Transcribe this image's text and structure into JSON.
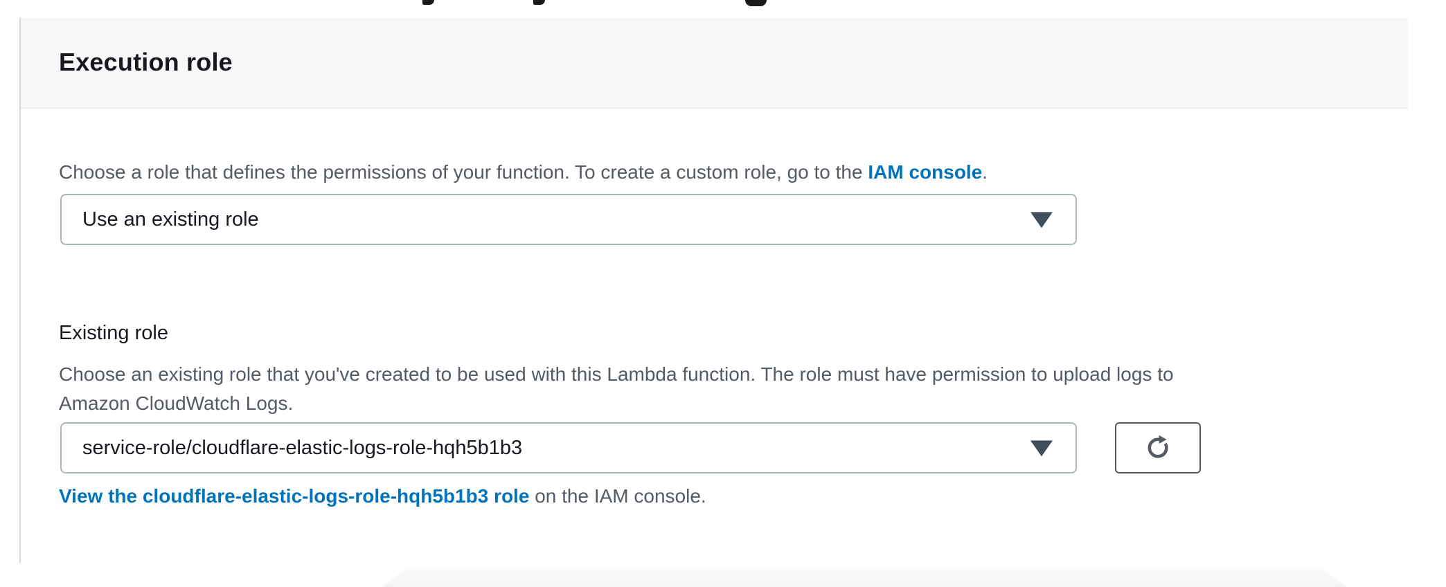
{
  "card": {
    "title": "Execution role",
    "role_type": {
      "description_prefix": "Choose a role that defines the permissions of your function. To create a custom role, go to the ",
      "link_label": "IAM console",
      "description_suffix": ".",
      "selected_value": "Use an existing role"
    },
    "existing_role": {
      "label": "Existing role",
      "description_lines": [
        "Choose an existing role that you've created to be used with this Lambda function. The role must have permission to upload logs to",
        "Amazon CloudWatch Logs."
      ],
      "selected_value": "service-role/cloudflare-elastic-logs-role-hqh5b1b3",
      "view_link_label": "View the cloudflare-elastic-logs-role-hqh5b1b3 role",
      "view_link_suffix": " on the IAM console."
    }
  },
  "icons": {
    "select_arrow": "chevron-down-icon",
    "refresh": "refresh-icon"
  },
  "colors": {
    "link": "#0073bb",
    "heading_text": "#16191f",
    "muted_text": "#545b64",
    "select_border": "#aab7b8",
    "button_border": "#545b64",
    "header_background": "#f8f8f8",
    "divider": "#eaeded",
    "card_left_border": "#d5dbdb"
  }
}
